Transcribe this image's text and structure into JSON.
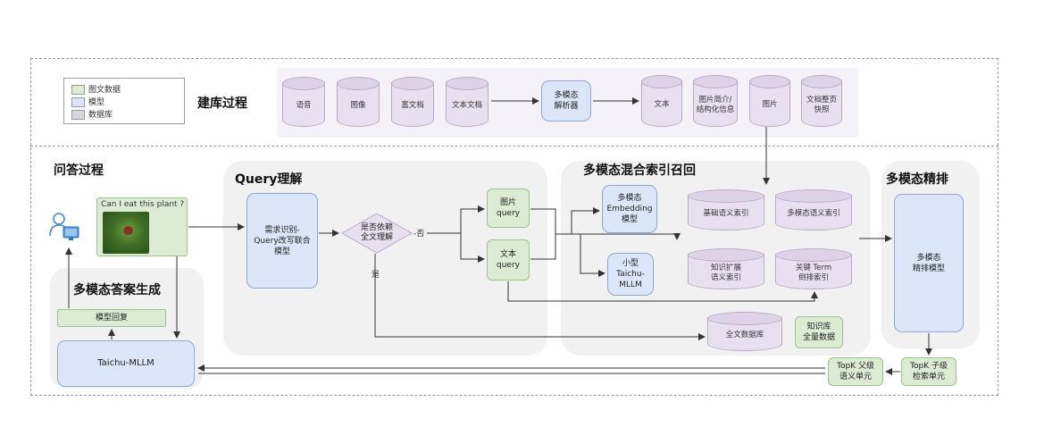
{
  "legend": {
    "items": [
      {
        "label": "图文数据",
        "color": "#dcecd4"
      },
      {
        "label": "模型",
        "color": "#dbe6f8"
      },
      {
        "label": "数据库",
        "color": "#d9d6de"
      }
    ]
  },
  "build": {
    "title": "建库过程",
    "sources": [
      "语音",
      "图像",
      "富文档",
      "文本文档"
    ],
    "parser": "多模态\n解析器",
    "outputs": [
      "文本",
      "图片简介/\n结构化信息",
      "图片",
      "文档整页\n快照"
    ]
  },
  "qa": {
    "title": "问答过程",
    "question": "Can I eat this plant ?"
  },
  "query_understanding": {
    "title": "Query理解",
    "model": "需求识别-\nQuery改写联合\n模型",
    "decision": "是否依赖\n全文理解",
    "no_label": "-否",
    "yes_label": "是"
  },
  "retrieval": {
    "title": "多模态混合索引召回",
    "image_query": "图片\nquery",
    "text_query": "文本\nquery",
    "embedding_model": "多模态\nEmbedding\n模型",
    "small_model": "小型\nTaichu-\nMLLM",
    "indexes": [
      "基础语义索引",
      "多模态语义索引",
      "知识扩展\n语义索引",
      "关键 Term\n倒排索引"
    ],
    "fulltext_db": "全文数据库",
    "kb": "知识库\n全量数据"
  },
  "rerank": {
    "title": "多模态精排",
    "model": "多模态\n精排模型",
    "topk_child": "TopK 子级\n检索单元",
    "topk_parent": "TopK 父级\n语义单元"
  },
  "answer": {
    "title": "多模态答案生成",
    "reply": "模型回复",
    "llm": "Taichu-MLLM"
  }
}
